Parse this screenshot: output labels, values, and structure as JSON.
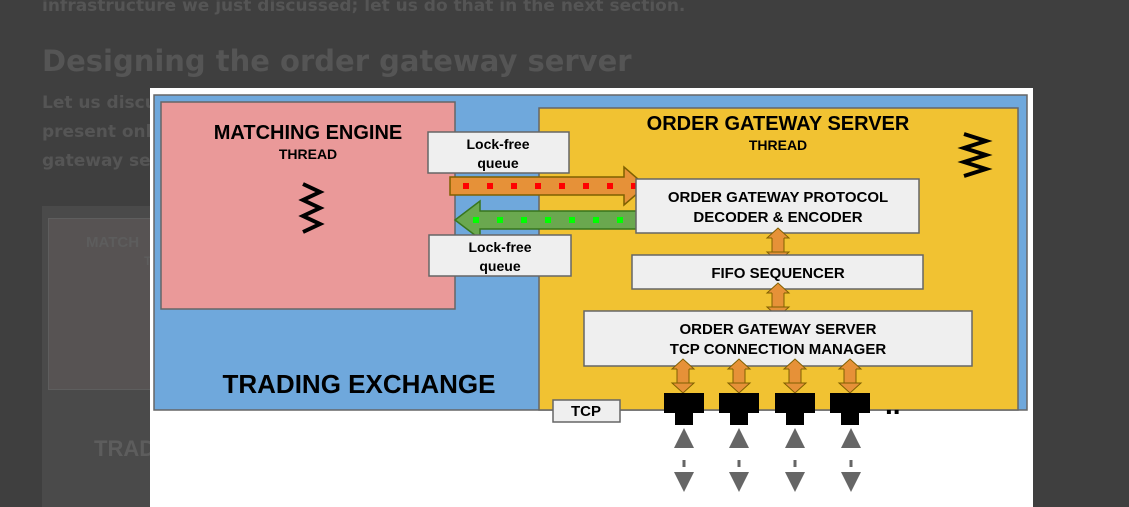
{
  "background_article": {
    "text_top": "infrastructure we just discussed; let us do that in the next section.",
    "heading": "Designing the order gateway server",
    "para_lines": [
      "Let us discus",
      "present only",
      "gateway ser"
    ],
    "figure_fragments": [
      "MATCH",
      "T",
      "TRAD"
    ]
  },
  "diagram": {
    "container_label": "TRADING EXCHANGE",
    "matching_engine": {
      "title": "MATCHING ENGINE",
      "subtitle": "THREAD"
    },
    "order_gateway": {
      "title": "ORDER GATEWAY SERVER",
      "subtitle": "THREAD"
    },
    "queue_top": {
      "line1": "Lock-free",
      "line2": "queue"
    },
    "queue_bottom": {
      "line1": "Lock-free",
      "line2": "queue"
    },
    "protocol_box": {
      "line1": "ORDER GATEWAY PROTOCOL",
      "line2": "DECODER & ENCODER"
    },
    "fifo_box": {
      "label": "FIFO SEQUENCER"
    },
    "tcp_manager": {
      "line1": "ORDER GATEWAY SERVER",
      "line2": "TCP CONNECTION MANAGER"
    },
    "tcp_label": "TCP",
    "more_connections": "..",
    "colors": {
      "exchange_bg": "#6fa8dc",
      "matching_engine_bg": "#ea9999",
      "gateway_bg": "#f1c232",
      "box_bg": "#efefef",
      "orange_arrow": "#e69138",
      "green_arrow": "#6aa84f",
      "red_dot": "#ff0000",
      "green_dot": "#00ff00"
    },
    "icons": [
      "thread-squiggle-icon",
      "thread-squiggle-icon",
      "network-socket-icon"
    ]
  }
}
